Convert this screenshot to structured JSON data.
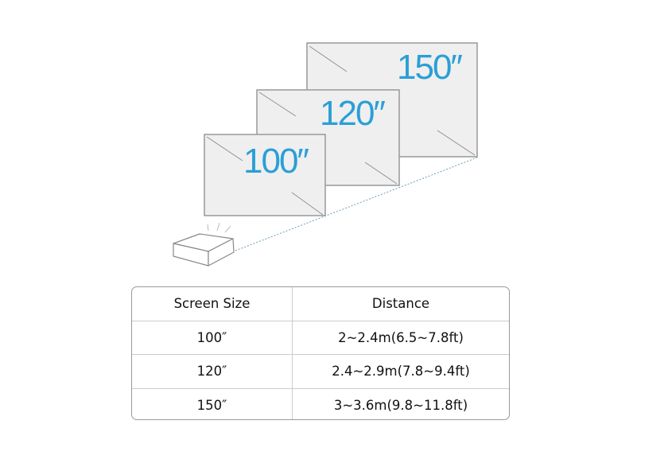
{
  "screens": [
    {
      "label": "150″"
    },
    {
      "label": "120″"
    },
    {
      "label": "100″"
    }
  ],
  "table": {
    "headers": [
      "Screen Size",
      "Distance"
    ],
    "rows": [
      [
        "100″",
        "2~2.4m(6.5~7.8ft)"
      ],
      [
        "120″",
        "2.4~2.9m(7.8~9.4ft)"
      ],
      [
        "150″",
        "3~3.6m(9.8~11.8ft)"
      ]
    ]
  },
  "colors": {
    "accent": "#2a9fd6",
    "screen_fill": "#efefef",
    "border": "#999999"
  }
}
